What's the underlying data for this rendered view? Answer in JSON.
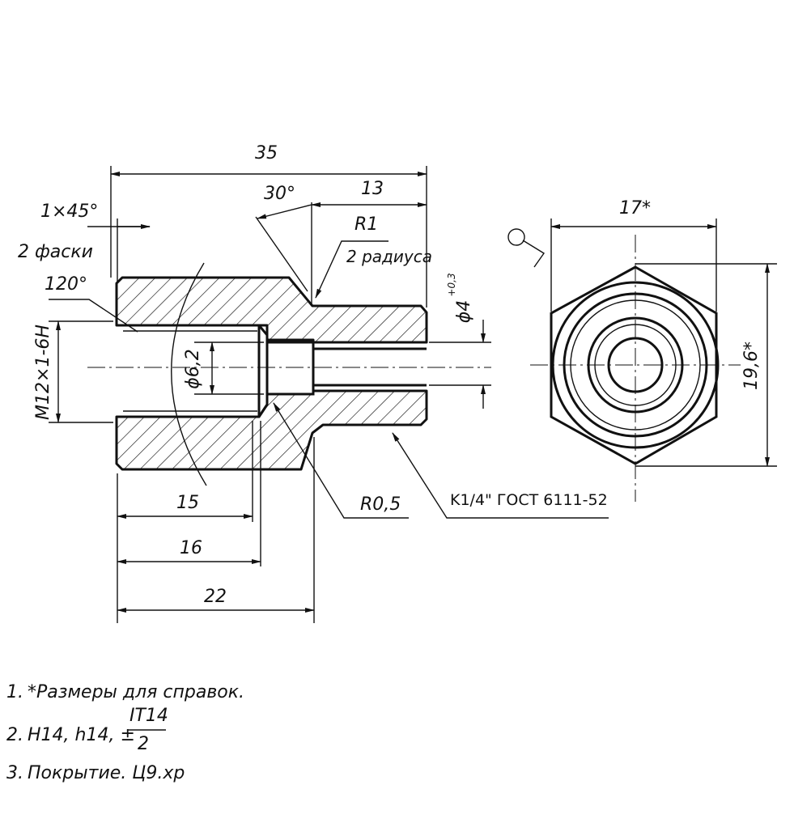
{
  "dimensions": {
    "overall_length": "35",
    "hex_section_length": "13",
    "chamfer": "1×45°",
    "chamfer_count": "2 фаски",
    "drill_angle": "120°",
    "cone_angle": "30°",
    "fillet_radius": "R1",
    "fillet_count": "2 радиуса",
    "bore_thread": "M12×1-6H",
    "bore_diameter": "ϕ6,2",
    "hole_diameter": "ϕ4",
    "hole_tolerance": "+0,3",
    "inner_radius": "R0,5",
    "pipe_thread": "K1/4\" ГОСТ 6111-52",
    "depth_15": "15",
    "depth_16": "16",
    "length_22": "22",
    "hex_across_flats": "17*",
    "hex_across_corners": "19,6*"
  },
  "notes": [
    {
      "number": "1.",
      "text": "*Размеры для справок."
    },
    {
      "number": "2.",
      "text": "H14, h14, ±",
      "fraction_top": "IT14",
      "fraction_bottom": "2"
    },
    {
      "number": "3.",
      "text": "Покрытие. Ц9.хр"
    }
  ]
}
